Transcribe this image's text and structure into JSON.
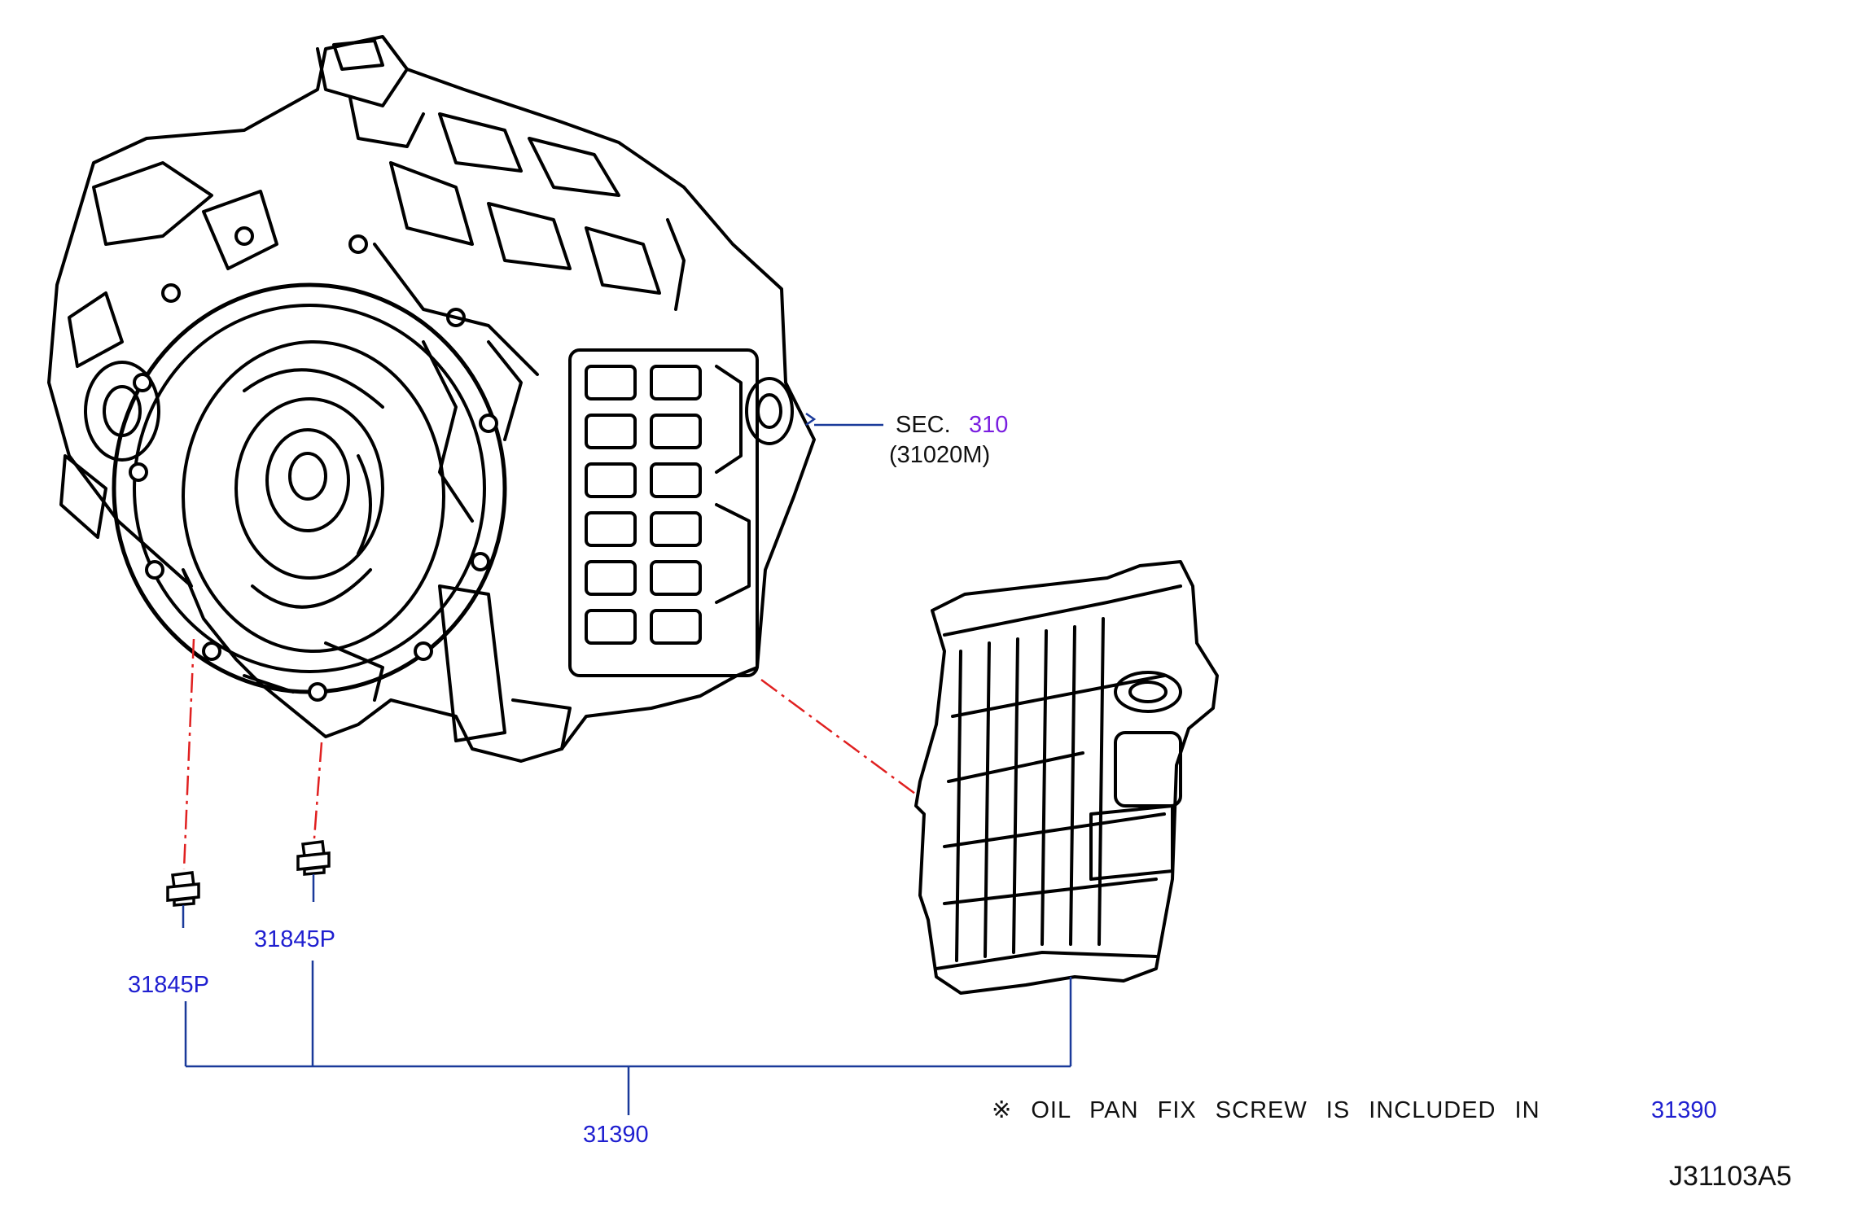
{
  "colors": {
    "part_number": "#1f1fd0",
    "section_number": "#7a1ee0",
    "centerline": "#e02020",
    "drawing": "#000000",
    "leader": "#1a3a9a"
  },
  "callouts": {
    "sec_prefix": "SEC.",
    "sec_number": "310",
    "sec_sub": "(31020M)",
    "plug_left": "31845P",
    "plug_right": "31845P",
    "assembly": "31390"
  },
  "note": {
    "symbol": "※",
    "text": "OIL PAN FIX SCREW IS INCLUDED IN",
    "part": "31390"
  },
  "diagram_ref": "J31103A5",
  "parts": [
    {
      "name": "transmission-assembly",
      "icon": "transmission-drawing"
    },
    {
      "name": "oil-pan",
      "icon": "oil-pan-drawing"
    },
    {
      "name": "drain-plug",
      "icon": "plug-drawing"
    },
    {
      "name": "filler-plug",
      "icon": "plug-drawing"
    }
  ]
}
